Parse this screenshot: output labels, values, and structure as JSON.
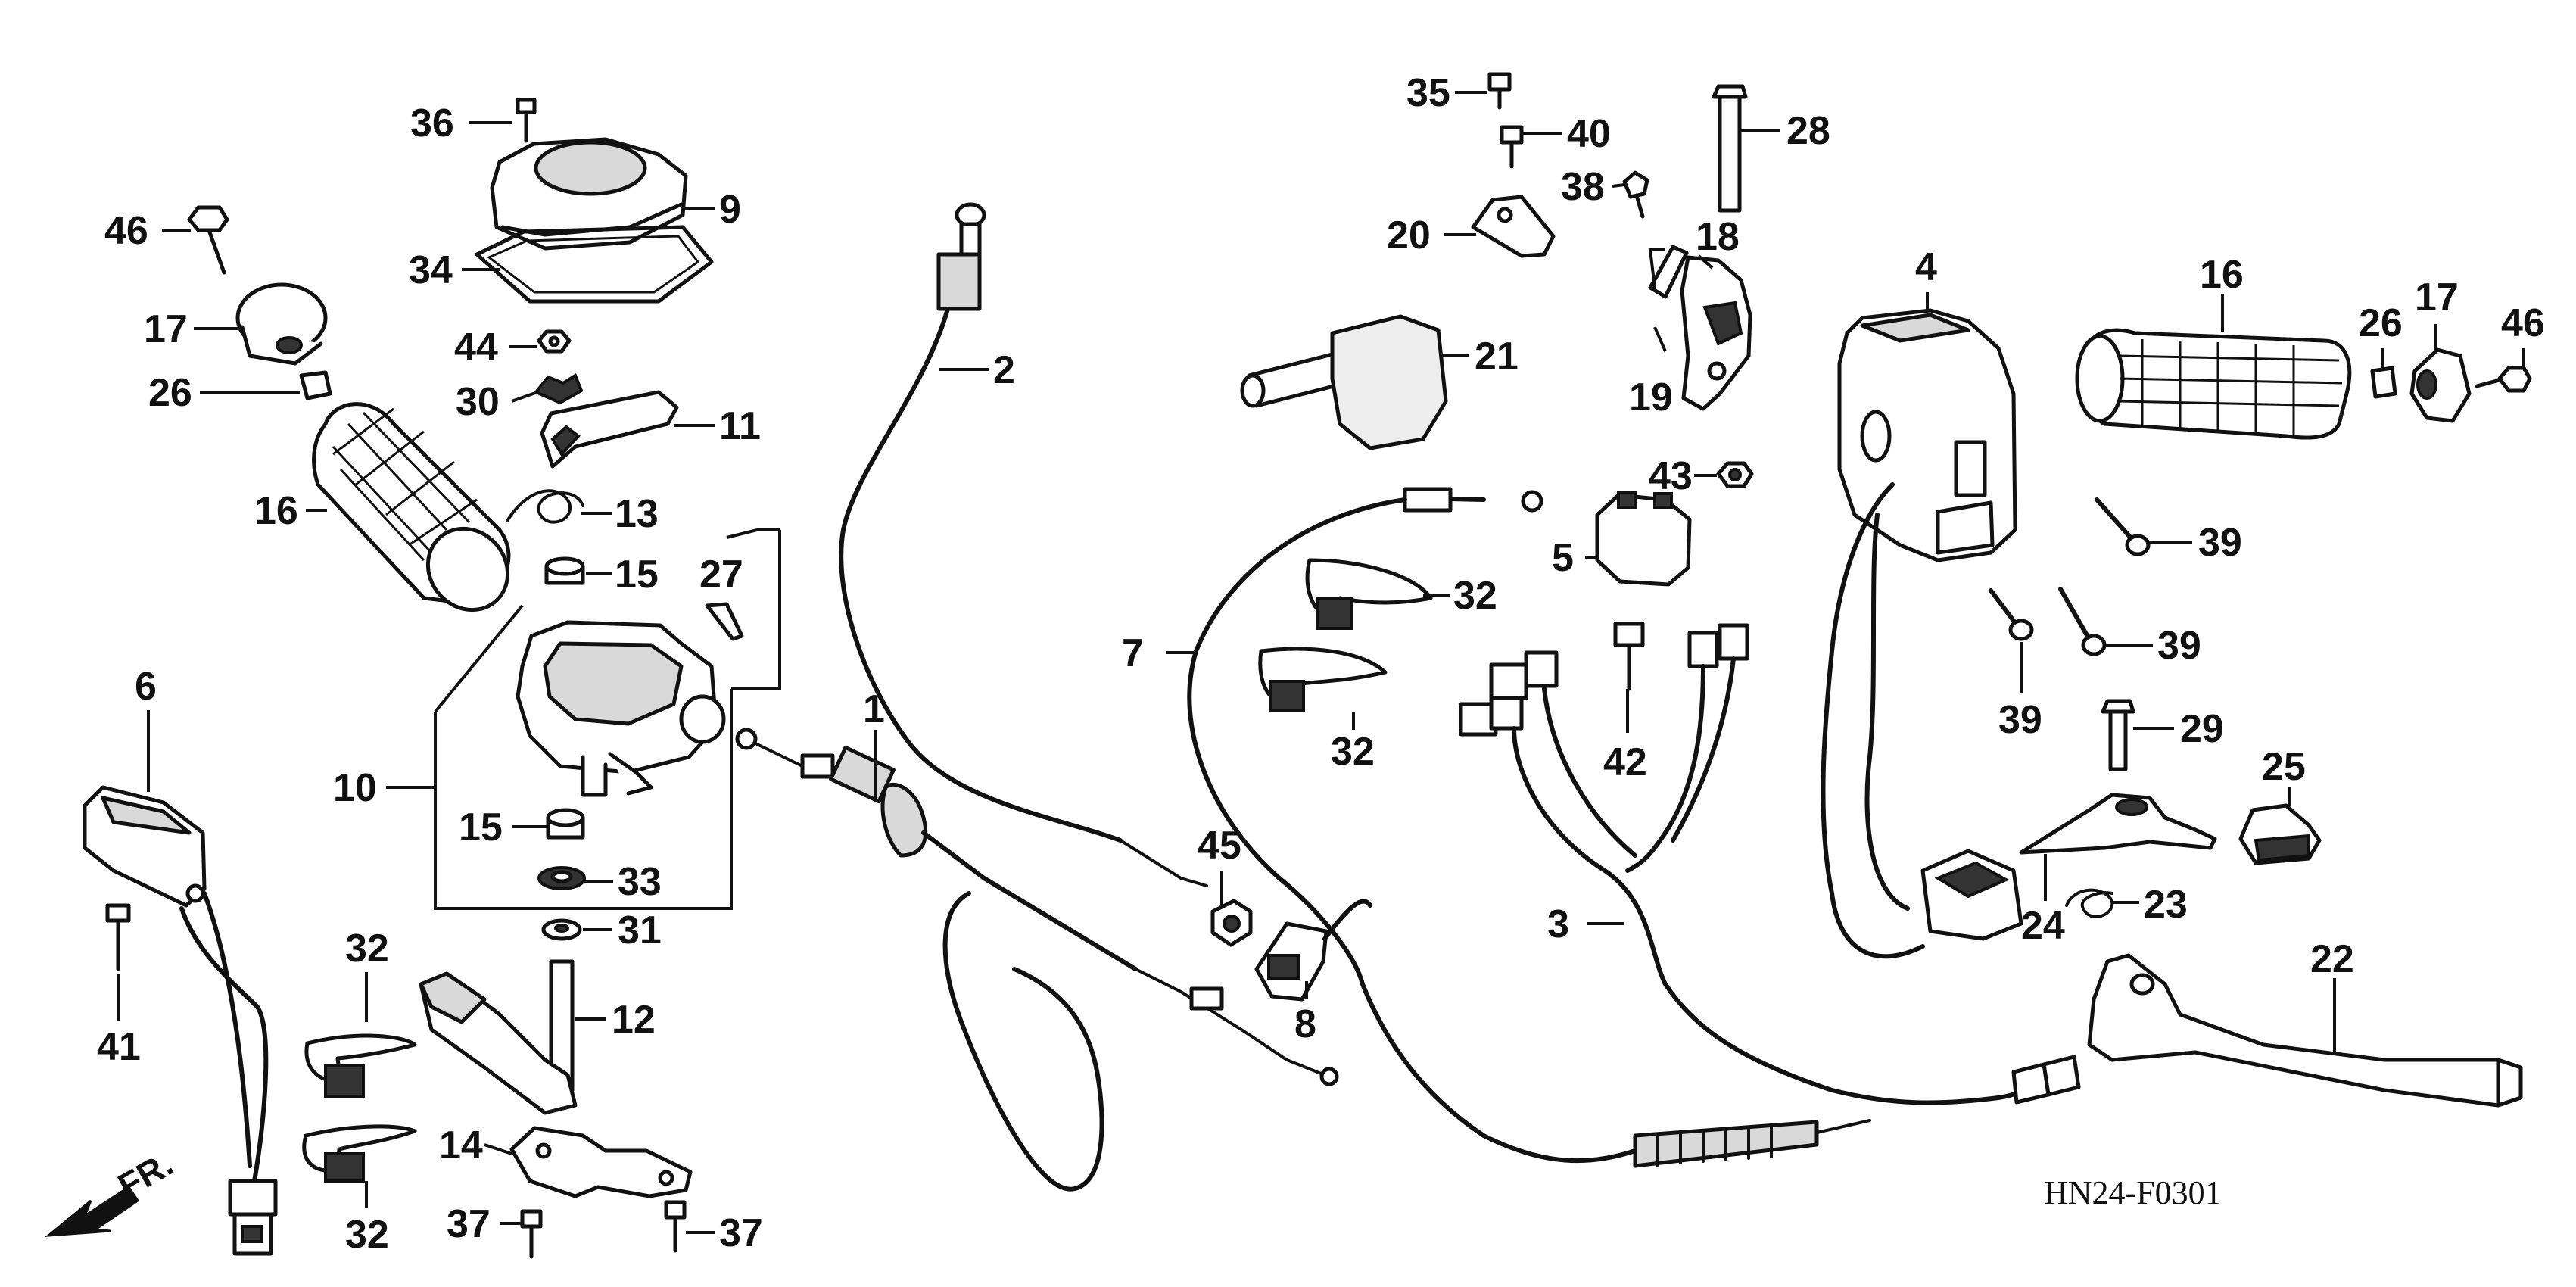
{
  "diagram_code": "HN24-F0301",
  "front_arrow_label": "FR.",
  "callouts": [
    {
      "id": "c36",
      "label": "36"
    },
    {
      "id": "c9",
      "label": "9"
    },
    {
      "id": "c46l",
      "label": "46"
    },
    {
      "id": "c34",
      "label": "34"
    },
    {
      "id": "c17l",
      "label": "17"
    },
    {
      "id": "c44",
      "label": "44"
    },
    {
      "id": "c26l",
      "label": "26"
    },
    {
      "id": "c30",
      "label": "30"
    },
    {
      "id": "c11",
      "label": "11"
    },
    {
      "id": "c16l",
      "label": "16"
    },
    {
      "id": "c13",
      "label": "13"
    },
    {
      "id": "c15a",
      "label": "15"
    },
    {
      "id": "c27",
      "label": "27"
    },
    {
      "id": "c10",
      "label": "10"
    },
    {
      "id": "c15b",
      "label": "15"
    },
    {
      "id": "c33",
      "label": "33"
    },
    {
      "id": "c31",
      "label": "31"
    },
    {
      "id": "c6",
      "label": "6"
    },
    {
      "id": "c32a",
      "label": "32"
    },
    {
      "id": "c12",
      "label": "12"
    },
    {
      "id": "c41",
      "label": "41"
    },
    {
      "id": "c14",
      "label": "14"
    },
    {
      "id": "c32b",
      "label": "32"
    },
    {
      "id": "c37a",
      "label": "37"
    },
    {
      "id": "c37b",
      "label": "37"
    },
    {
      "id": "c2",
      "label": "2"
    },
    {
      "id": "c1",
      "label": "1"
    },
    {
      "id": "c45",
      "label": "45"
    },
    {
      "id": "c8",
      "label": "8"
    },
    {
      "id": "c35",
      "label": "35"
    },
    {
      "id": "c40",
      "label": "40"
    },
    {
      "id": "c28",
      "label": "28"
    },
    {
      "id": "c38",
      "label": "38"
    },
    {
      "id": "c20",
      "label": "20"
    },
    {
      "id": "c18",
      "label": "18"
    },
    {
      "id": "c21",
      "label": "21"
    },
    {
      "id": "c19",
      "label": "19"
    },
    {
      "id": "c43",
      "label": "43"
    },
    {
      "id": "c5",
      "label": "5"
    },
    {
      "id": "c32c",
      "label": "32"
    },
    {
      "id": "c7",
      "label": "7"
    },
    {
      "id": "c32d",
      "label": "32"
    },
    {
      "id": "c42",
      "label": "42"
    },
    {
      "id": "c3",
      "label": "3"
    },
    {
      "id": "c4",
      "label": "4"
    },
    {
      "id": "c16r",
      "label": "16"
    },
    {
      "id": "c26r",
      "label": "26"
    },
    {
      "id": "c17r",
      "label": "17"
    },
    {
      "id": "c46r",
      "label": "46"
    },
    {
      "id": "c39a",
      "label": "39"
    },
    {
      "id": "c39b",
      "label": "39"
    },
    {
      "id": "c39c",
      "label": "39"
    },
    {
      "id": "c29",
      "label": "29"
    },
    {
      "id": "c25",
      "label": "25"
    },
    {
      "id": "c24",
      "label": "24"
    },
    {
      "id": "c23",
      "label": "23"
    },
    {
      "id": "c22",
      "label": "22"
    }
  ]
}
